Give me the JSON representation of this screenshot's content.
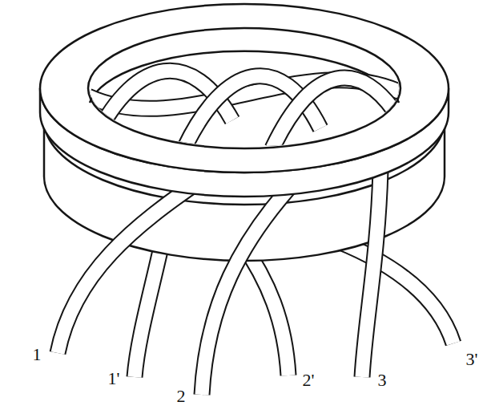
{
  "diagram": {
    "labels": [
      "1",
      "1'",
      "2",
      "2'",
      "3",
      "3'"
    ]
  }
}
